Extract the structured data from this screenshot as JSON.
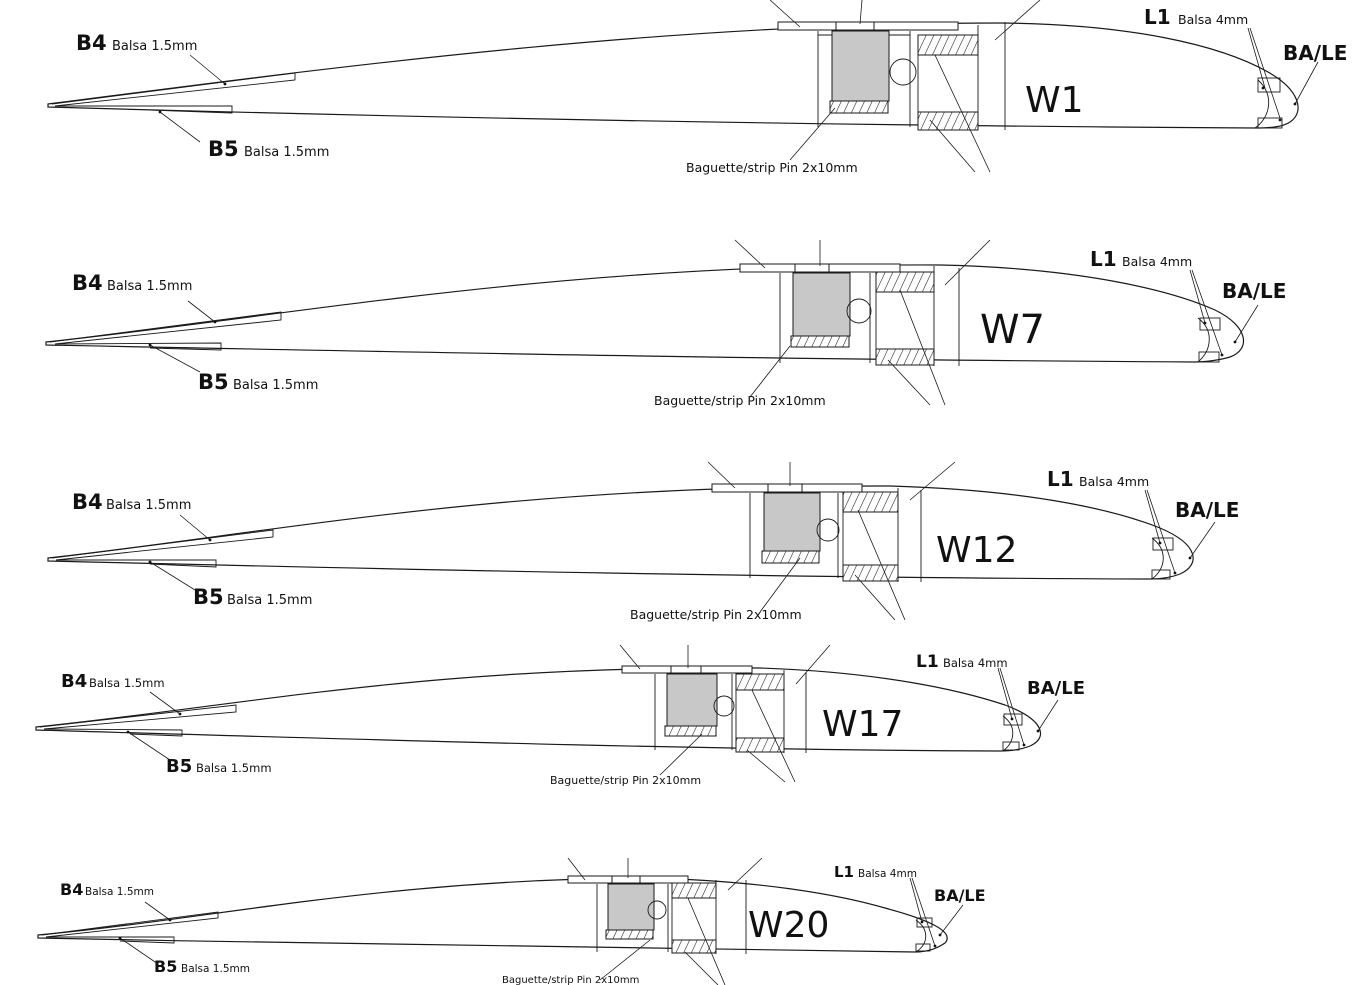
{
  "ribs": [
    {
      "name": "W1",
      "b4": "B4",
      "b4_spec": "Balsa 1.5mm",
      "b5": "B5",
      "b5_spec": "Balsa 1.5mm",
      "l1": "L1",
      "l1_spec": "Balsa 4mm",
      "le": "BA/LE",
      "strip": "Baguette/strip Pin 2x10mm"
    },
    {
      "name": "W7",
      "b4": "B4",
      "b4_spec": "Balsa 1.5mm",
      "b5": "B5",
      "b5_spec": "Balsa 1.5mm",
      "l1": "L1",
      "l1_spec": "Balsa 4mm",
      "le": "BA/LE",
      "strip": "Baguette/strip Pin 2x10mm"
    },
    {
      "name": "W12",
      "b4": "B4",
      "b4_spec": "Balsa 1.5mm",
      "b5": "B5",
      "b5_spec": "Balsa 1.5mm",
      "l1": "L1",
      "l1_spec": "Balsa 4mm",
      "le": "BA/LE",
      "strip": "Baguette/strip Pin 2x10mm"
    },
    {
      "name": "W17",
      "b4": "B4",
      "b4_spec": "Balsa 1.5mm",
      "b5": "B5",
      "b5_spec": "Balsa 1.5mm",
      "l1": "L1",
      "l1_spec": "Balsa 4mm",
      "le": "BA/LE",
      "strip": "Baguette/strip Pin 2x10mm"
    },
    {
      "name": "W20",
      "b4": "B4",
      "b4_spec": "Balsa 1.5mm",
      "b5": "B5",
      "b5_spec": "Balsa 1.5mm",
      "l1": "L1",
      "l1_spec": "Balsa 4mm",
      "le": "BA/LE",
      "strip": "Baguette/strip Pin 2x10mm"
    }
  ],
  "colors": {
    "line": "#1a1a1a",
    "spar_fill": "#c8c8c8",
    "background": "#ffffff"
  }
}
